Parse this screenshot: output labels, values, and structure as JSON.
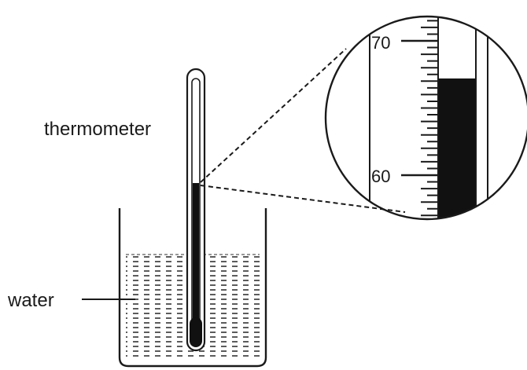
{
  "labels": {
    "thermometer": "thermometer",
    "water": "water"
  },
  "scale": {
    "min_label": "60",
    "max_label": "70",
    "reading": 67.2
  },
  "colors": {
    "ink": "#1a1a1a",
    "liquid": "#111111",
    "water_dash": "#333333"
  }
}
